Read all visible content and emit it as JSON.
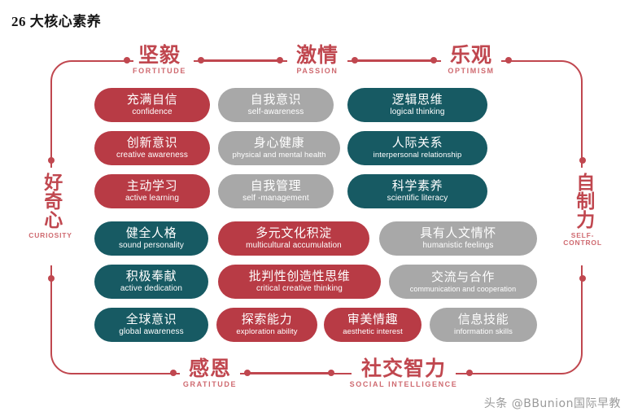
{
  "page": {
    "title": "26 大核心素养",
    "watermark": "头条 @BBunion国际早教"
  },
  "colors": {
    "red": "#b83b45",
    "gray": "#a8a8a8",
    "teal": "#175a63",
    "frame_red": "#c0474f",
    "label_en_red": "#cf6a70",
    "background": "#ffffff"
  },
  "edges": {
    "top": [
      {
        "cn": "坚毅",
        "en": "FORTITUDE"
      },
      {
        "cn": "激情",
        "en": "PASSION"
      },
      {
        "cn": "乐观",
        "en": "OPTIMISM"
      }
    ],
    "bottom": [
      {
        "cn": "感恩",
        "en": "GRATITUDE"
      },
      {
        "cn": "社交智力",
        "en": "SOCIAL INTELLIGENCE"
      }
    ],
    "left": {
      "cn": "好奇心",
      "en": "CURIOSITY"
    },
    "right": {
      "cn": "自制力",
      "en": "SELF-CONTROL"
    }
  },
  "grid": {
    "rows": [
      {
        "cells": [
          {
            "cn": "充满自信",
            "en": "confidence",
            "color": "red"
          },
          {
            "cn": "自我意识",
            "en": "self-awareness",
            "color": "gray"
          },
          {
            "cn": "逻辑思维",
            "en": "logical thinking",
            "color": "teal"
          }
        ]
      },
      {
        "cells": [
          {
            "cn": "创新意识",
            "en": "creative awareness",
            "color": "red"
          },
          {
            "cn": "身心健康",
            "en": "physical and mental health",
            "color": "gray"
          },
          {
            "cn": "人际关系",
            "en": "interpersonal relationship",
            "color": "teal"
          }
        ]
      },
      {
        "cells": [
          {
            "cn": "主动学习",
            "en": "active learning",
            "color": "red"
          },
          {
            "cn": "自我管理",
            "en": "self -management",
            "color": "gray"
          },
          {
            "cn": "科学素养",
            "en": "scientific literacy",
            "color": "teal"
          }
        ]
      },
      {
        "cells": [
          {
            "cn": "健全人格",
            "en": "sound personality",
            "color": "teal"
          },
          {
            "cn": "多元文化积淀",
            "en": "multicultural accumulation",
            "color": "red"
          },
          {
            "cn": "具有人文情怀",
            "en": "humanistic feelings",
            "color": "gray"
          }
        ]
      },
      {
        "cells": [
          {
            "cn": "积极奉献",
            "en": "active dedication",
            "color": "teal"
          },
          {
            "cn": "批判性创造性思维",
            "en": "critical creative thinking",
            "color": "red"
          },
          {
            "cn": "交流与合作",
            "en": "communication and cooperation",
            "color": "gray"
          }
        ]
      },
      {
        "cells": [
          {
            "cn": "全球意识",
            "en": "global awareness",
            "color": "teal"
          },
          {
            "cn": "探索能力",
            "en": "exploration ability",
            "color": "red"
          },
          {
            "cn": "审美情趣",
            "en": "aesthetic interest",
            "color": "red"
          },
          {
            "cn": "信息技能",
            "en": "information skills",
            "color": "gray"
          }
        ]
      }
    ]
  }
}
